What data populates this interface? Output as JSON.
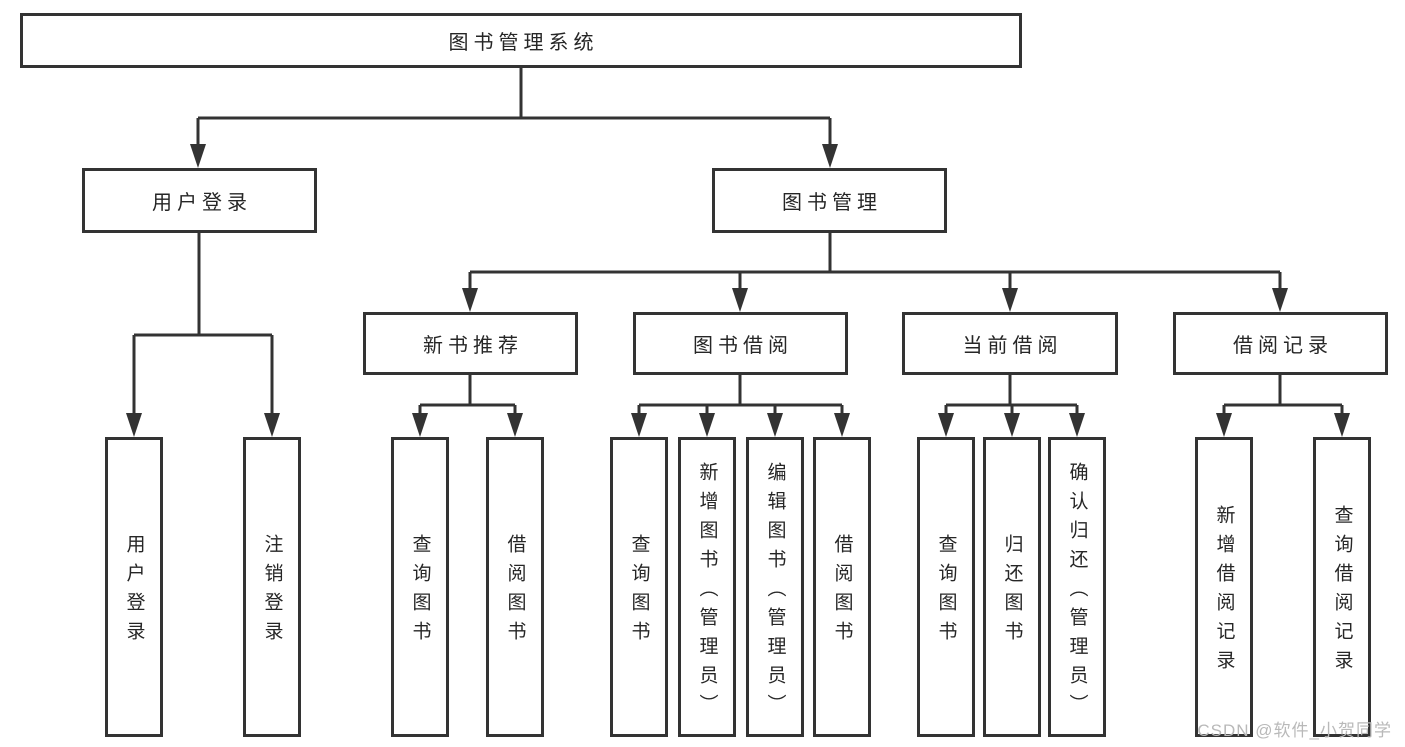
{
  "diagram_title": "图书管理系统",
  "tree": {
    "root": "图书管理系统",
    "branches": [
      {
        "label": "用户登录",
        "children": [
          "用户登录",
          "注销登录"
        ]
      },
      {
        "label": "图书管理",
        "sections": [
          {
            "label": "新书推荐",
            "children": [
              "查询图书",
              "借阅图书"
            ]
          },
          {
            "label": "图书借阅",
            "children": [
              "查询图书",
              "新增图书（管理员）",
              "编辑图书（管理员）",
              "借阅图书"
            ]
          },
          {
            "label": "当前借阅",
            "children": [
              "查询图书",
              "归还图书",
              "确认归还（管理员）"
            ]
          },
          {
            "label": "借阅记录",
            "children": [
              "新增借阅记录",
              "查询借阅记录"
            ]
          }
        ]
      }
    ]
  },
  "watermark": "CSDN @软件_小贺同学",
  "colors": {
    "line": "#333333",
    "box_border": "#333333",
    "text": "#262626",
    "background": "#ffffff",
    "watermark": "#b9b9b9"
  }
}
